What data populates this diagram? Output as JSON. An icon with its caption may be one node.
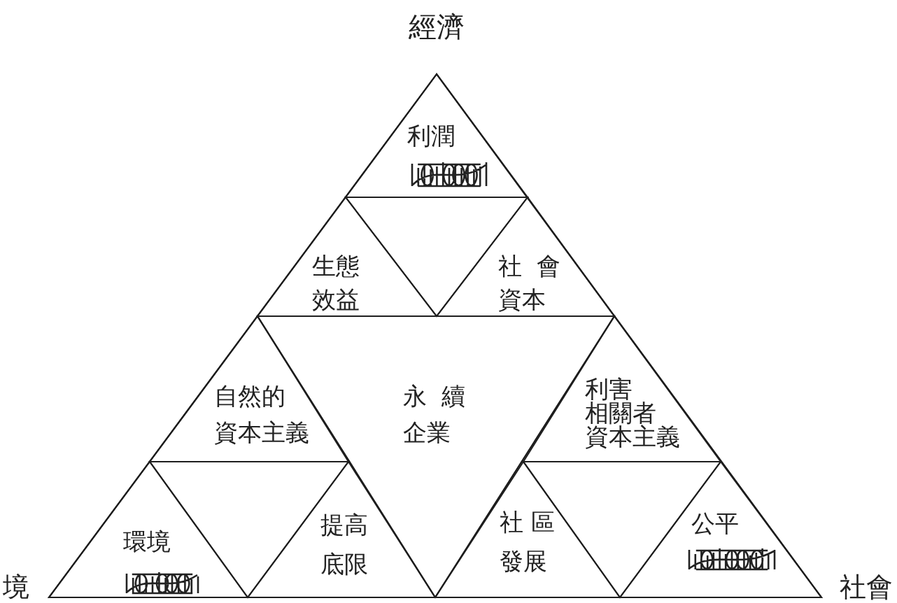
{
  "diagram": {
    "nodes": [
      {
        "text": [],
        "shape": "triangle",
        "beside": [
          "經濟",
          "境",
          "社會"
        ]
      },
      {
        "text": [],
        "shape": "triangle",
        "in": 0
      },
      {
        "text": [
          "利潤"
        ],
        "in": 1
      },
      {
        "text": [],
        "shape": "triangle",
        "in": 1
      },
      {
        "text": [
          "生態效益"
        ],
        "in": 1
      },
      {
        "text": [
          "社 會資本"
        ],
        "in": 1
      },
      {
        "text": [],
        "shape": "triangle",
        "in": 0
      },
      {
        "text": [
          "自然的資本主義"
        ],
        "in": 6
      },
      {
        "text": [
          "永 續企業"
        ],
        "in": 0
      },
      {
        "text": [],
        "shape": "triangle",
        "in": 0
      },
      {
        "text": [
          "利害相關者資本主義"
        ],
        "in": 9
      },
      {
        "text": [],
        "shape": "triangle",
        "in": 6
      },
      {
        "text": [
          "環境"
        ],
        "in": 6
      },
      {
        "text": [
          "提高底限"
        ],
        "in": 6
      },
      {
        "text": [
          "社 區發展"
        ],
        "in": 9
      },
      {
        "text": [],
        "shape": "triangle",
        "in": 9
      },
      {
        "text": [
          "公平"
        ],
        "in": 9
      }
    ]
  }
}
